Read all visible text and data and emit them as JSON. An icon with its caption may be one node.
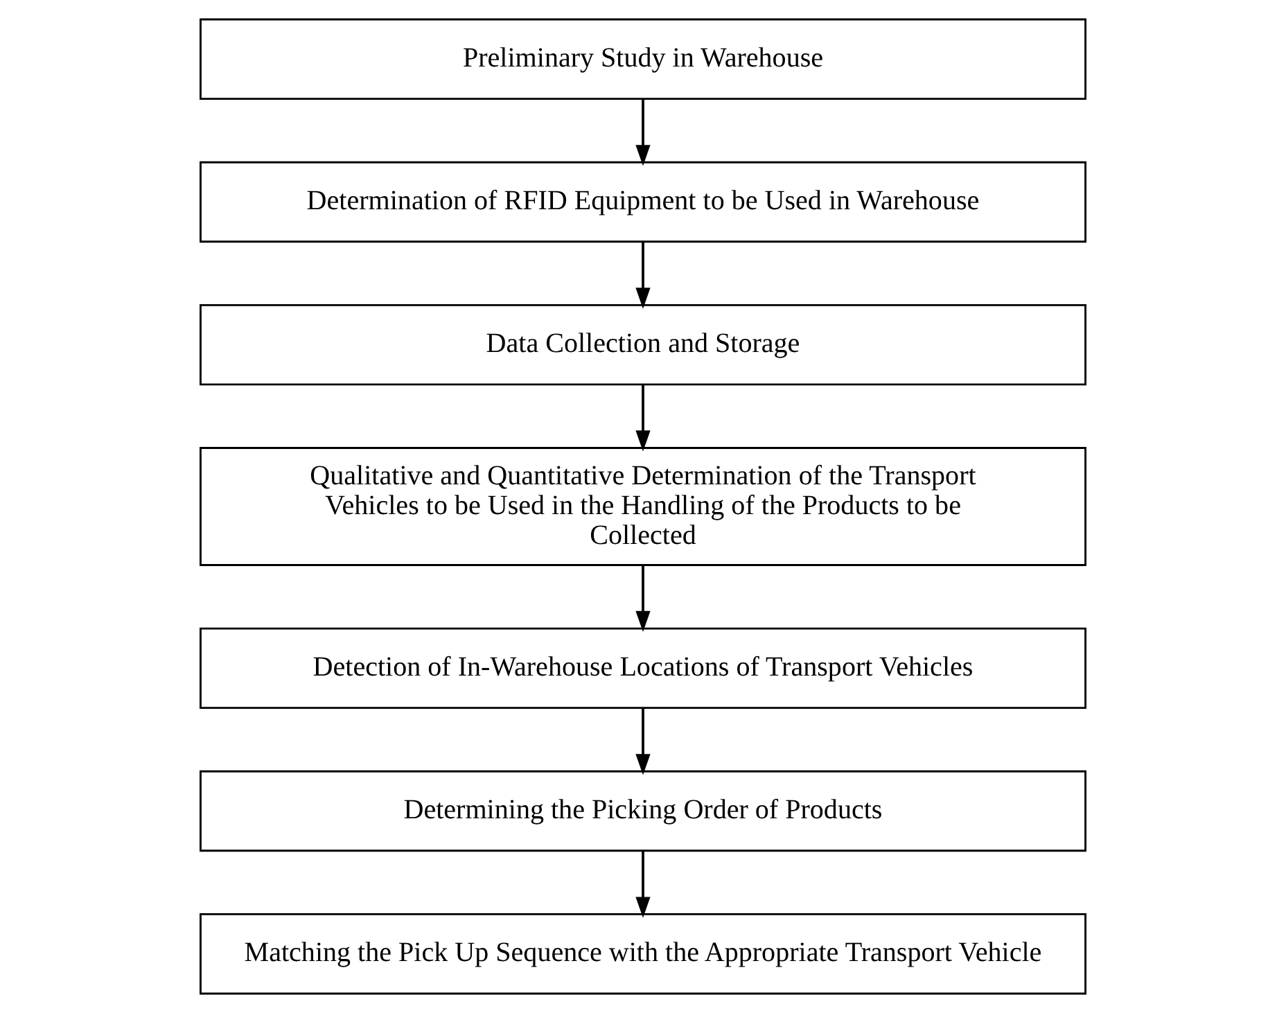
{
  "diagram": {
    "nodes": [
      {
        "text": [
          "Preliminary Study in Warehouse"
        ]
      },
      {
        "text": [
          "Determination of RFID Equipment to be Used in Warehouse"
        ]
      },
      {
        "text": [
          "Data Collection and Storage"
        ]
      },
      {
        "text": [
          "Qualitative and Quantitative Determination of the Transport Vehicles to be Used in the Handling of the Products to be Collected"
        ]
      },
      {
        "text": [
          "Detection of In-Warehouse Locations of Transport Vehicles"
        ]
      },
      {
        "text": [
          "Determining the Picking Order of Products"
        ]
      },
      {
        "text": [
          "Matching the Pick Up Sequence with the Appropriate Transport Vehicle"
        ]
      }
    ],
    "edges": [
      {
        "from": 0,
        "to": 1,
        "arrow": "to"
      },
      {
        "from": 1,
        "to": 2,
        "arrow": "to"
      },
      {
        "from": 2,
        "to": 3,
        "arrow": "to"
      },
      {
        "from": 3,
        "to": 4,
        "arrow": "to"
      },
      {
        "from": 4,
        "to": 5,
        "arrow": "to"
      },
      {
        "from": 5,
        "to": 6,
        "arrow": "to"
      }
    ]
  }
}
